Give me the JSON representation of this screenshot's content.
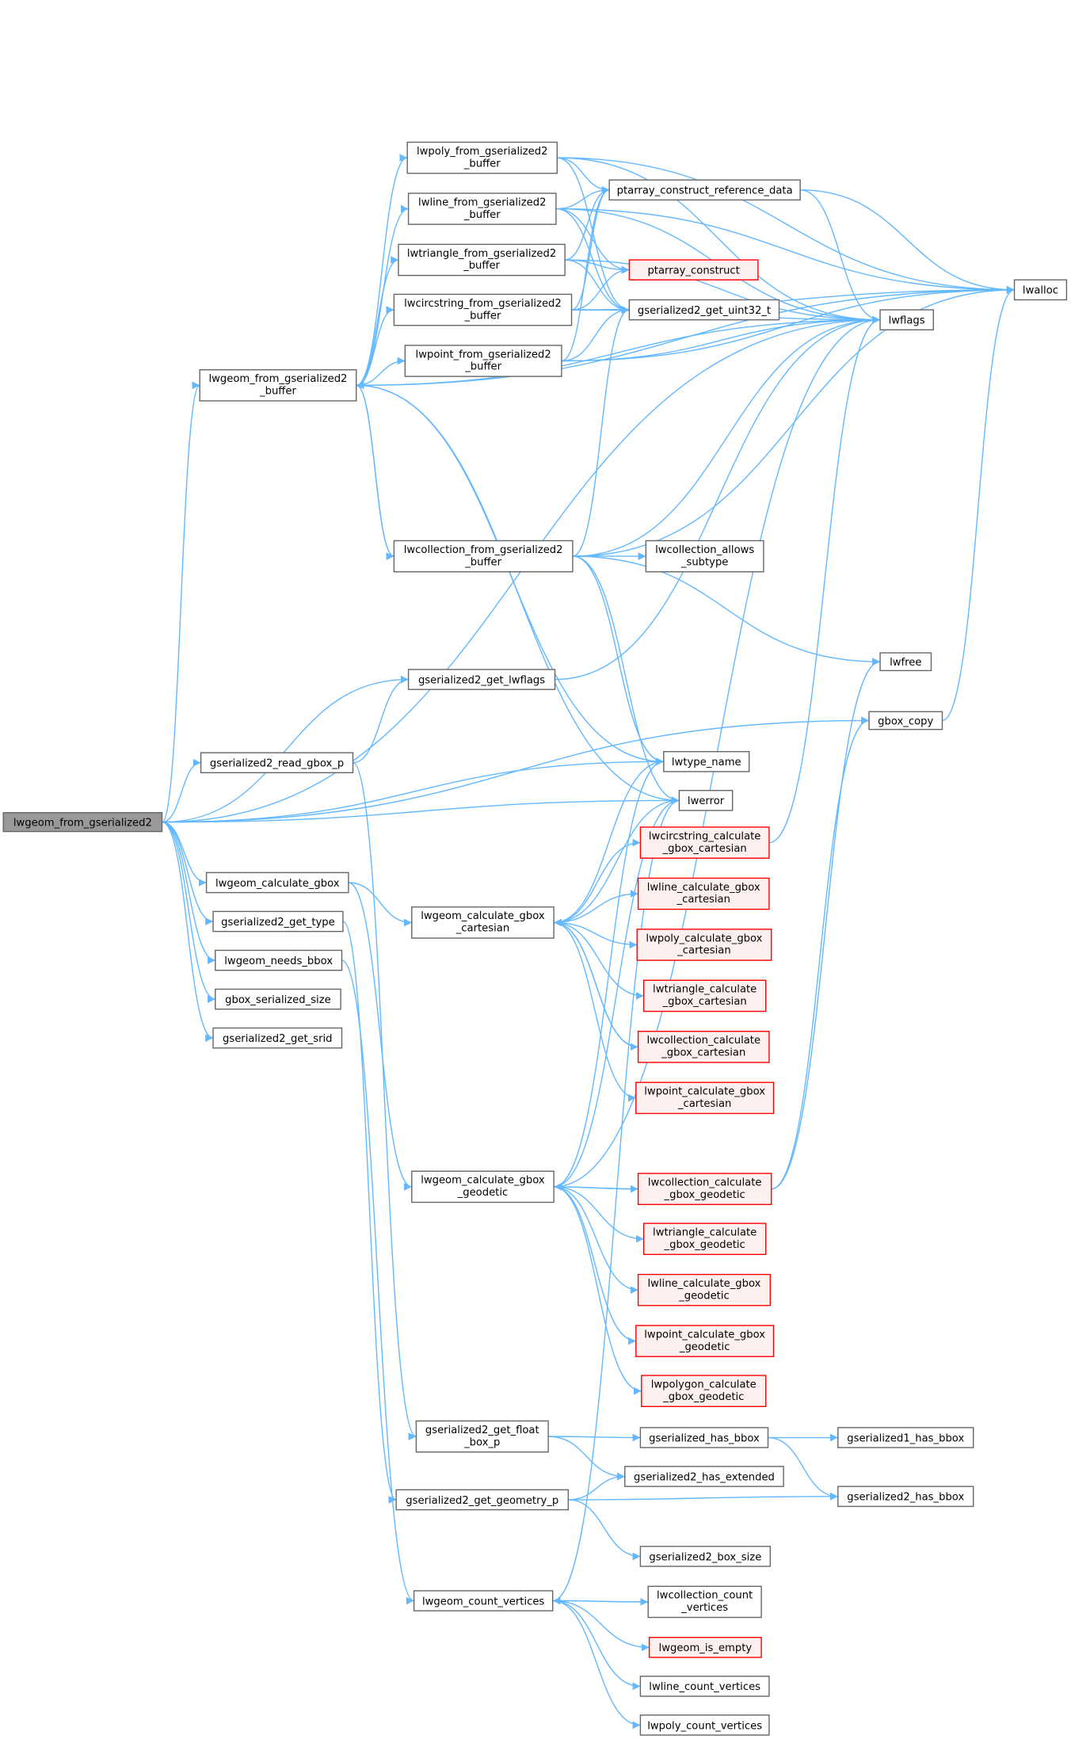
{
  "title": "lwgeom_from_gserialized2 call graph",
  "colors": {
    "edge": "#63b8ff",
    "node_border": "#666666",
    "root_fill": "#999999",
    "red_border": "#ff0000",
    "red_fill": "#fff0f0"
  },
  "nodes": [
    {
      "id": "root",
      "lines": [
        "lwgeom_from_gserialized2"
      ],
      "style": "root"
    },
    {
      "id": "buf",
      "lines": [
        "lwgeom_from_gserialized2",
        "_buffer"
      ]
    },
    {
      "id": "poly",
      "lines": [
        "lwpoly_from_gserialized2",
        "_buffer"
      ]
    },
    {
      "id": "line",
      "lines": [
        "lwline_from_gserialized2",
        "_buffer"
      ]
    },
    {
      "id": "tri",
      "lines": [
        "lwtriangle_from_gserialized2",
        "_buffer"
      ]
    },
    {
      "id": "circ",
      "lines": [
        "lwcircstring_from_gserialized2",
        "_buffer"
      ]
    },
    {
      "id": "point",
      "lines": [
        "lwpoint_from_gserialized2",
        "_buffer"
      ]
    },
    {
      "id": "coll",
      "lines": [
        "lwcollection_from_gserialized2",
        "_buffer"
      ]
    },
    {
      "id": "pard",
      "lines": [
        "ptarray_construct_reference_data"
      ]
    },
    {
      "id": "pac",
      "lines": [
        "ptarray_construct"
      ],
      "style": "red"
    },
    {
      "id": "u32",
      "lines": [
        "gserialized2_get_uint32_t"
      ]
    },
    {
      "id": "lwflags",
      "lines": [
        "lwflags"
      ]
    },
    {
      "id": "lwalloc",
      "lines": [
        "lwalloc"
      ]
    },
    {
      "id": "allows",
      "lines": [
        "lwcollection_allows",
        "_subtype"
      ]
    },
    {
      "id": "getlwflags",
      "lines": [
        "gserialized2_get_lwflags"
      ]
    },
    {
      "id": "lwfree",
      "lines": [
        "lwfree"
      ]
    },
    {
      "id": "gboxcopy",
      "lines": [
        "gbox_copy"
      ]
    },
    {
      "id": "readgbox",
      "lines": [
        "gserialized2_read_gbox_p"
      ]
    },
    {
      "id": "typename",
      "lines": [
        "lwtype_name"
      ]
    },
    {
      "id": "lwerror",
      "lines": [
        "lwerror"
      ]
    },
    {
      "id": "calcgbox",
      "lines": [
        "lwgeom_calculate_gbox"
      ]
    },
    {
      "id": "gettype",
      "lines": [
        "gserialized2_get_type"
      ]
    },
    {
      "id": "needsbbox",
      "lines": [
        "lwgeom_needs_bbox"
      ]
    },
    {
      "id": "gboxsize",
      "lines": [
        "gbox_serialized_size"
      ]
    },
    {
      "id": "getsrid",
      "lines": [
        "gserialized2_get_srid"
      ]
    },
    {
      "id": "cart",
      "lines": [
        "lwgeom_calculate_gbox",
        "_cartesian"
      ]
    },
    {
      "id": "c_circ",
      "lines": [
        "lwcircstring_calculate",
        "_gbox_cartesian"
      ],
      "style": "red"
    },
    {
      "id": "c_line",
      "lines": [
        "lwline_calculate_gbox",
        "_cartesian"
      ],
      "style": "red"
    },
    {
      "id": "c_poly",
      "lines": [
        "lwpoly_calculate_gbox",
        "_cartesian"
      ],
      "style": "red"
    },
    {
      "id": "c_tri",
      "lines": [
        "lwtriangle_calculate",
        "_gbox_cartesian"
      ],
      "style": "red"
    },
    {
      "id": "c_coll",
      "lines": [
        "lwcollection_calculate",
        "_gbox_cartesian"
      ],
      "style": "red"
    },
    {
      "id": "c_point",
      "lines": [
        "lwpoint_calculate_gbox",
        "_cartesian"
      ],
      "style": "red"
    },
    {
      "id": "geod",
      "lines": [
        "lwgeom_calculate_gbox",
        "_geodetic"
      ]
    },
    {
      "id": "g_coll",
      "lines": [
        "lwcollection_calculate",
        "_gbox_geodetic"
      ],
      "style": "red"
    },
    {
      "id": "g_tri",
      "lines": [
        "lwtriangle_calculate",
        "_gbox_geodetic"
      ],
      "style": "red"
    },
    {
      "id": "g_line",
      "lines": [
        "lwline_calculate_gbox",
        "_geodetic"
      ],
      "style": "red"
    },
    {
      "id": "g_point",
      "lines": [
        "lwpoint_calculate_gbox",
        "_geodetic"
      ],
      "style": "red"
    },
    {
      "id": "g_poly",
      "lines": [
        "lwpolygon_calculate",
        "_gbox_geodetic"
      ],
      "style": "red"
    },
    {
      "id": "floatbox",
      "lines": [
        "gserialized2_get_float",
        "_box_p"
      ]
    },
    {
      "id": "hasbbox",
      "lines": [
        "gserialized_has_bbox"
      ]
    },
    {
      "id": "has1",
      "lines": [
        "gserialized1_has_bbox"
      ]
    },
    {
      "id": "hasext",
      "lines": [
        "gserialized2_has_extended"
      ]
    },
    {
      "id": "geomp",
      "lines": [
        "gserialized2_get_geometry_p"
      ]
    },
    {
      "id": "has2",
      "lines": [
        "gserialized2_has_bbox"
      ]
    },
    {
      "id": "boxsize",
      "lines": [
        "gserialized2_box_size"
      ]
    },
    {
      "id": "countv",
      "lines": [
        "lwgeom_count_vertices"
      ]
    },
    {
      "id": "collcount",
      "lines": [
        "lwcollection_count",
        "_vertices"
      ]
    },
    {
      "id": "isempty",
      "lines": [
        "lwgeom_is_empty"
      ],
      "style": "red"
    },
    {
      "id": "linecount",
      "lines": [
        "lwline_count_vertices"
      ]
    },
    {
      "id": "polycount",
      "lines": [
        "lwpoly_count_vertices"
      ]
    }
  ],
  "edges": [
    [
      "root",
      "buf"
    ],
    [
      "root",
      "lwflags"
    ],
    [
      "root",
      "getlwflags"
    ],
    [
      "root",
      "gboxcopy"
    ],
    [
      "root",
      "readgbox"
    ],
    [
      "root",
      "typename"
    ],
    [
      "root",
      "lwerror"
    ],
    [
      "root",
      "calcgbox"
    ],
    [
      "root",
      "gettype"
    ],
    [
      "root",
      "needsbbox"
    ],
    [
      "root",
      "gboxsize"
    ],
    [
      "root",
      "getsrid"
    ],
    [
      "buf",
      "poly"
    ],
    [
      "buf",
      "line"
    ],
    [
      "buf",
      "tri"
    ],
    [
      "buf",
      "circ"
    ],
    [
      "buf",
      "point"
    ],
    [
      "buf",
      "coll"
    ],
    [
      "buf",
      "lwalloc"
    ],
    [
      "buf",
      "typename"
    ],
    [
      "buf",
      "lwerror"
    ],
    [
      "buf",
      "lwflags"
    ],
    [
      "poly",
      "pard"
    ],
    [
      "poly",
      "u32"
    ],
    [
      "poly",
      "lwflags"
    ],
    [
      "poly",
      "lwalloc"
    ],
    [
      "line",
      "pard"
    ],
    [
      "line",
      "pac"
    ],
    [
      "line",
      "u32"
    ],
    [
      "line",
      "lwflags"
    ],
    [
      "line",
      "lwalloc"
    ],
    [
      "tri",
      "pard"
    ],
    [
      "tri",
      "pac"
    ],
    [
      "tri",
      "u32"
    ],
    [
      "tri",
      "lwflags"
    ],
    [
      "circ",
      "pard"
    ],
    [
      "circ",
      "pac"
    ],
    [
      "circ",
      "u32"
    ],
    [
      "circ",
      "lwflags"
    ],
    [
      "circ",
      "lwalloc"
    ],
    [
      "point",
      "pard"
    ],
    [
      "point",
      "u32"
    ],
    [
      "point",
      "lwflags"
    ],
    [
      "point",
      "lwalloc"
    ],
    [
      "coll",
      "buf"
    ],
    [
      "coll",
      "allows"
    ],
    [
      "coll",
      "u32"
    ],
    [
      "coll",
      "lwflags"
    ],
    [
      "coll",
      "lwalloc"
    ],
    [
      "coll",
      "lwfree"
    ],
    [
      "coll",
      "typename"
    ],
    [
      "coll",
      "lwerror"
    ],
    [
      "pard",
      "lwflags"
    ],
    [
      "pard",
      "lwalloc"
    ],
    [
      "getlwflags",
      "lwflags"
    ],
    [
      "gboxcopy",
      "lwalloc"
    ],
    [
      "readgbox",
      "getlwflags"
    ],
    [
      "readgbox",
      "floatbox"
    ],
    [
      "calcgbox",
      "cart"
    ],
    [
      "calcgbox",
      "geod"
    ],
    [
      "gettype",
      "geomp"
    ],
    [
      "needsbbox",
      "countv"
    ],
    [
      "cart",
      "c_circ"
    ],
    [
      "cart",
      "c_line"
    ],
    [
      "cart",
      "c_poly"
    ],
    [
      "cart",
      "c_tri"
    ],
    [
      "cart",
      "c_coll"
    ],
    [
      "cart",
      "c_point"
    ],
    [
      "cart",
      "typename"
    ],
    [
      "cart",
      "lwerror"
    ],
    [
      "c_coll",
      "cart"
    ],
    [
      "c_circ",
      "lwflags"
    ],
    [
      "geod",
      "g_coll"
    ],
    [
      "geod",
      "g_tri"
    ],
    [
      "geod",
      "g_line"
    ],
    [
      "geod",
      "g_point"
    ],
    [
      "geod",
      "g_poly"
    ],
    [
      "geod",
      "typename"
    ],
    [
      "geod",
      "lwerror"
    ],
    [
      "geod",
      "lwflags"
    ],
    [
      "g_coll",
      "geod"
    ],
    [
      "g_coll",
      "lwfree"
    ],
    [
      "g_coll",
      "gboxcopy"
    ],
    [
      "floatbox",
      "hasbbox"
    ],
    [
      "floatbox",
      "hasext"
    ],
    [
      "hasbbox",
      "has1"
    ],
    [
      "hasbbox",
      "has2"
    ],
    [
      "geomp",
      "hasext"
    ],
    [
      "geomp",
      "has2"
    ],
    [
      "geomp",
      "boxsize"
    ],
    [
      "countv",
      "collcount"
    ],
    [
      "countv",
      "isempty"
    ],
    [
      "countv",
      "linecount"
    ],
    [
      "countv",
      "polycount"
    ],
    [
      "countv",
      "lwerror"
    ],
    [
      "collcount",
      "countv"
    ]
  ]
}
